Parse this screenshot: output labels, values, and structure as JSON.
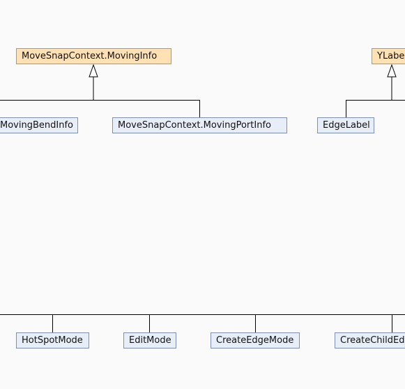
{
  "nodes": {
    "moving_info": {
      "label": "MoveSnapContext.MovingInfo",
      "color": "#ffe1b3"
    },
    "moving_bend_info": {
      "label": "MovingBendInfo",
      "color": "#e8eef7"
    },
    "moving_port_info": {
      "label": "MoveSnapContext.MovingPortInfo",
      "color": "#e8eef7"
    },
    "ylabel": {
      "label": "YLabel",
      "color": "#ffe1b3"
    },
    "edge_label": {
      "label": "EdgeLabel",
      "color": "#e8eef7"
    },
    "hot_spot_mode": {
      "label": "HotSpotMode",
      "color": "#e8eef7"
    },
    "edit_mode": {
      "label": "EditMode",
      "color": "#e8eef7"
    },
    "create_edge_mode": {
      "label": "CreateEdgeMode",
      "color": "#e8eef7"
    },
    "create_child_edge_mode": {
      "label": "CreateChildEdgeMode",
      "color": "#e8eef7"
    }
  },
  "diagram": {
    "type": "class-inheritance",
    "edge_color": "#000000"
  }
}
